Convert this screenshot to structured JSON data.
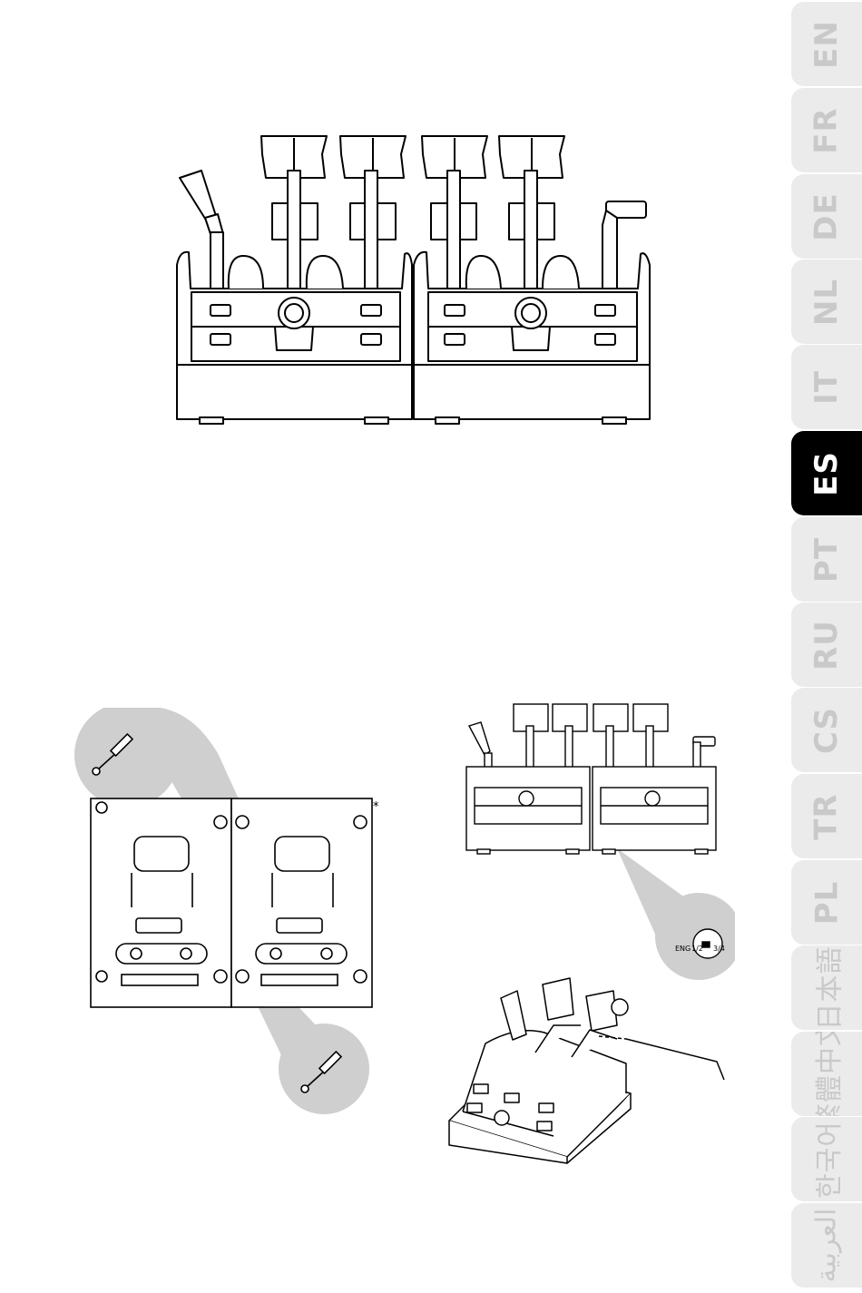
{
  "language_tabs": [
    {
      "code": "EN",
      "active": false
    },
    {
      "code": "FR",
      "active": false
    },
    {
      "code": "DE",
      "active": false
    },
    {
      "code": "NL",
      "active": false
    },
    {
      "code": "IT",
      "active": false
    },
    {
      "code": "ES",
      "active": true
    },
    {
      "code": "PT",
      "active": false
    },
    {
      "code": "RU",
      "active": false
    },
    {
      "code": "CS",
      "active": false
    },
    {
      "code": "TR",
      "active": false
    },
    {
      "code": "PL",
      "active": false
    },
    {
      "code": "日本語",
      "active": false
    },
    {
      "code": "繁體中文",
      "active": false
    },
    {
      "code": "한국어",
      "active": false
    },
    {
      "code": "العربية",
      "active": false
    }
  ],
  "bottom_plate": {
    "asterisk": "*"
  },
  "switch_callout": {
    "eng_label": "ENG",
    "left_label": "1/2",
    "right_label": "3/4"
  },
  "colors": {
    "tab_bg": "#ebebeb",
    "tab_text": "#c9c9c9",
    "active_tab_bg": "#000000",
    "active_tab_text": "#ffffff",
    "line": "#000000",
    "callout_gray": "#cfcfcf"
  }
}
